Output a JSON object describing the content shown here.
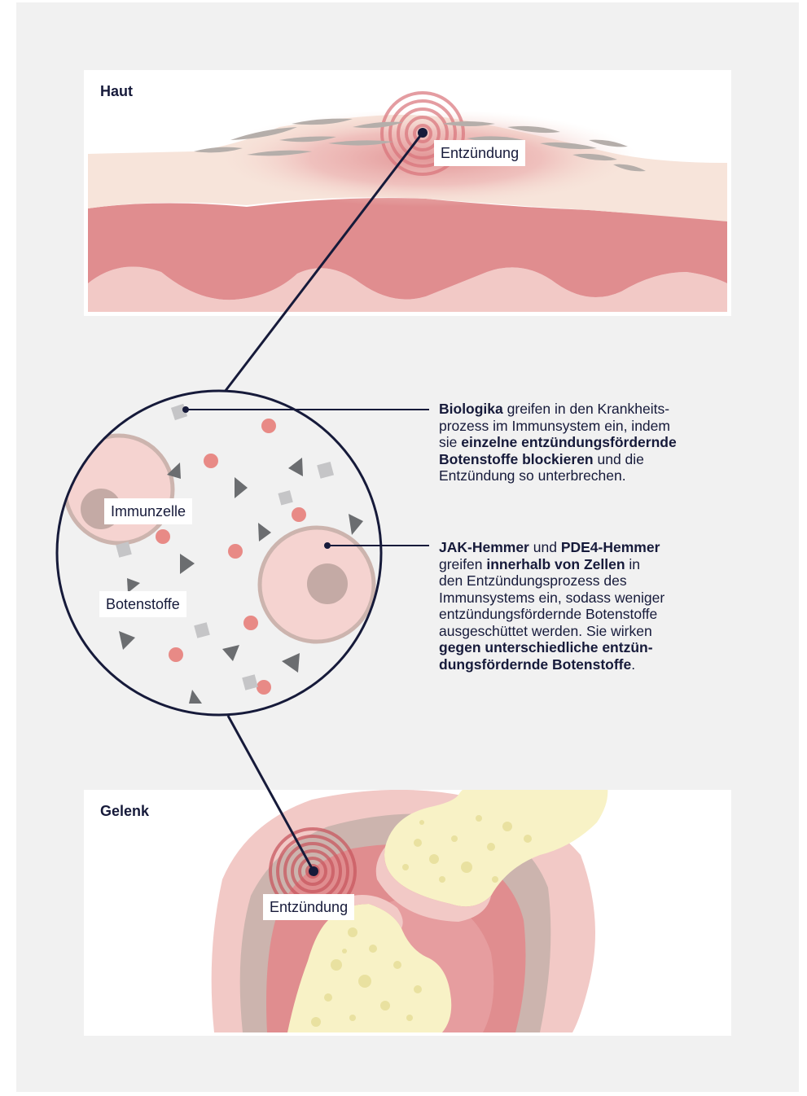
{
  "panels": {
    "haut": {
      "title": "Haut",
      "label": "Entzündung"
    },
    "gelenk": {
      "title": "Gelenk",
      "label": "Entzündung"
    }
  },
  "magnifier": {
    "labels": {
      "immune_cell": "Immunzelle",
      "messengers": "Botenstoffe"
    }
  },
  "callouts": {
    "biologika": {
      "parts": [
        {
          "text": "Biologika",
          "bold": true
        },
        {
          "text": " greifen in den Krankheits-",
          "bold": false
        },
        {
          "text": "prozess im Immunsystem ein, indem",
          "bold": false,
          "break": true
        },
        {
          "text": "sie ",
          "bold": false,
          "break": true
        },
        {
          "text": "einzelne entzündungsfördernde",
          "bold": true
        },
        {
          "text": "Botenstoffe blockieren",
          "bold": true,
          "break": true
        },
        {
          "text": " und die",
          "bold": false
        },
        {
          "text": "Entzündung so unterbrechen.",
          "bold": false,
          "break": true
        }
      ]
    },
    "jak": {
      "parts": [
        {
          "text": "JAK-Hemmer",
          "bold": true
        },
        {
          "text": " und ",
          "bold": false
        },
        {
          "text": "PDE4-Hemmer",
          "bold": true
        },
        {
          "text": "greifen ",
          "bold": false,
          "break": true
        },
        {
          "text": "innerhalb von Zellen",
          "bold": true
        },
        {
          "text": " in",
          "bold": false
        },
        {
          "text": "den Entzündungsprozess des",
          "bold": false,
          "break": true
        },
        {
          "text": "Immunsystems ein, sodass weniger",
          "bold": false,
          "break": true
        },
        {
          "text": "entzündungsfördernde Botenstoffe",
          "bold": false,
          "break": true
        },
        {
          "text": "ausgeschüttet werden. Sie wirken",
          "bold": false,
          "break": true
        },
        {
          "text": "gegen unterschiedliche entzün-",
          "bold": true,
          "break": true
        },
        {
          "text": "dungsfördernde Botenstoffe",
          "bold": true,
          "break": true
        },
        {
          "text": ".",
          "bold": false
        }
      ]
    }
  },
  "colors": {
    "background": "#f1f1f1",
    "panel": "#ffffff",
    "line": "#161a3a",
    "tissue_red": "#e08d8f",
    "tissue_light": "#f2c9c6",
    "skin_surface": "#f7e4da",
    "scale_grey": "#b5aeaa",
    "cell_fill": "#f5d3d0",
    "cell_ring": "#ccb4ae",
    "nucleus": "#c4aaa5",
    "dot_red": "#e88a86",
    "triangle_grey": "#6b6d70",
    "square_grey": "#c5c5c7",
    "bone": "#f8f2c6",
    "bone_spot": "#e9e1a0"
  }
}
